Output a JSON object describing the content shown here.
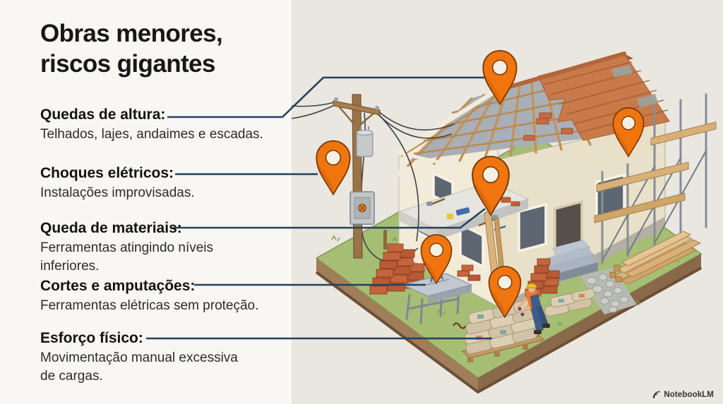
{
  "title": {
    "line1": "Obras menores,",
    "line2": "riscos gigantes"
  },
  "hazards": [
    {
      "label": "Quedas de altura:",
      "description": "Telhados, lajes, andaimes e escadas.",
      "pin": "roof-ridge"
    },
    {
      "label": "Choques elétricos:",
      "description": "Instalações improvisadas.",
      "pin": "power-pole"
    },
    {
      "label": "Queda de materiais:",
      "description": "Ferramentas atingindo níveis inferiores.",
      "pin": "porch-slab-tools"
    },
    {
      "label": "Cortes e amputações:",
      "description": "Ferramentas elétricas sem proteção.",
      "pin": "table-saw"
    },
    {
      "label": "Esforço físico:",
      "description": "Movimentação manual excessiva de cargas.",
      "pin": "cement-bags"
    }
  ],
  "illustration": {
    "description": "Isometric construction site: house with half-tiled roof and exposed rafters, scaffolding, power pole with transformer, brick piles, table saw, cement bag pallet and worker",
    "icons": [
      "location-pin-icon",
      "location-pin-icon",
      "location-pin-icon",
      "location-pin-icon",
      "location-pin-icon",
      "location-pin-icon",
      "notebooklm-logo-icon"
    ],
    "pin_count": 6
  },
  "watermark": {
    "label": "NotebookLM"
  },
  "colors": {
    "page_background": "#F8F7F4",
    "panel_background": "#E9E7E0",
    "pin_orange": "#F0750F",
    "connector_line": "#24405E",
    "grass_green": "#A6BE74",
    "roof_tile": "#C87A4B"
  }
}
